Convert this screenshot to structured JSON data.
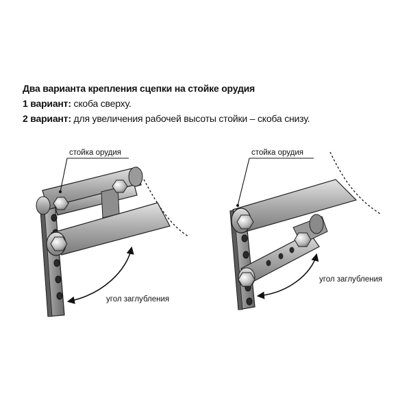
{
  "header": {
    "title": "Два варианта крепления сцепки на стойке орудия",
    "variant1_label": "1 вариант:",
    "variant1_text": "скоба сверху.",
    "variant2_label": "2 вариант:",
    "variant2_text": "для увеличения рабочей высоты стойки – скоба снизу."
  },
  "left": {
    "stand_label": "стойка орудия",
    "angle_label": "угол заглубления"
  },
  "right": {
    "stand_label": "стойка орудия",
    "angle_label": "угол заглубления"
  }
}
